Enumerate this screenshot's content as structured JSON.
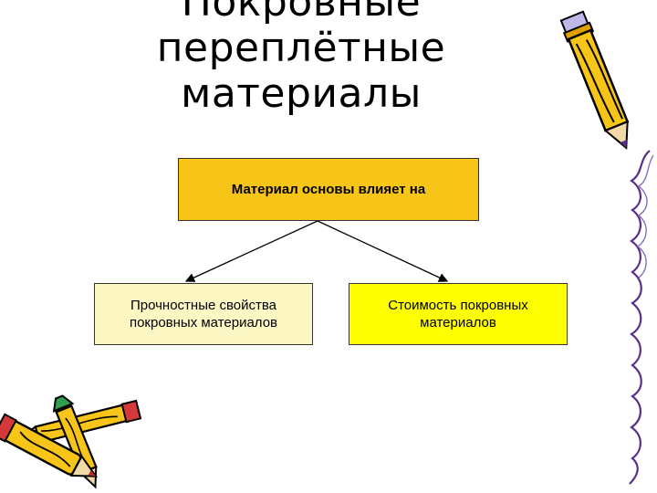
{
  "title": {
    "line1": "Покровные",
    "line2": "переплётные",
    "line3": "материалы"
  },
  "diagram": {
    "root": "Материал основы влияет на",
    "children": [
      "Прочностные свойства покровных материалов",
      "Стоимость покровных материалов"
    ]
  },
  "colors": {
    "root_fill": "#f7c418",
    "left_fill": "#fdf7c4",
    "right_fill": "#ffff00"
  },
  "decorations": [
    "pencil-icon",
    "pencils-crossed-icon",
    "scribble-border"
  ]
}
